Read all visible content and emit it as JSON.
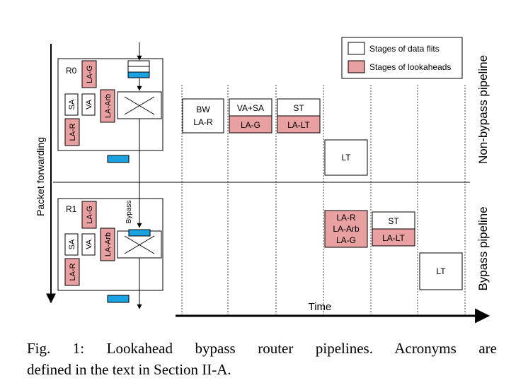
{
  "legend": {
    "data_flits": "Stages of data flits",
    "lookaheads": "Stages of lookaheads"
  },
  "axis": {
    "vertical": "Packet forwarding",
    "horizontal": "Time"
  },
  "pipelines": {
    "non_bypass": "Non-bypass pipeline",
    "bypass": "Bypass pipeline"
  },
  "routers": {
    "r0": {
      "name": "R0",
      "la_g": "LA-G",
      "va": "VA",
      "sa": "SA",
      "la_arb": "LA-Arb",
      "la_r": "LA-R"
    },
    "r1": {
      "name": "R1",
      "la_g": "LA-G",
      "va": "VA",
      "sa": "SA",
      "la_arb": "LA-Arb",
      "la_r": "LA-R",
      "bypass": "Bypass"
    }
  },
  "non_bypass_stages": {
    "s1": {
      "l1": "BW",
      "l2": "LA-R"
    },
    "s2_top": "VA+SA",
    "s2_bottom": "LA-G",
    "s3_top": "ST",
    "s3_bottom": "LA-LT",
    "s4": "LT"
  },
  "bypass_stages": {
    "s1": {
      "l1": "LA-R",
      "l2": "LA-Arb",
      "l3": "LA-G"
    },
    "s2_top": "ST",
    "s2_bottom": "LA-LT",
    "s3": "LT"
  },
  "caption": {
    "line1": "Fig. 1: Lookahead bypass router pipelines. Acronyms are",
    "line2": "defined in the text in Section II-A."
  },
  "colors": {
    "lookahead_fill": "#e8a0a0",
    "buffer_blue": "#1aa3e0"
  }
}
